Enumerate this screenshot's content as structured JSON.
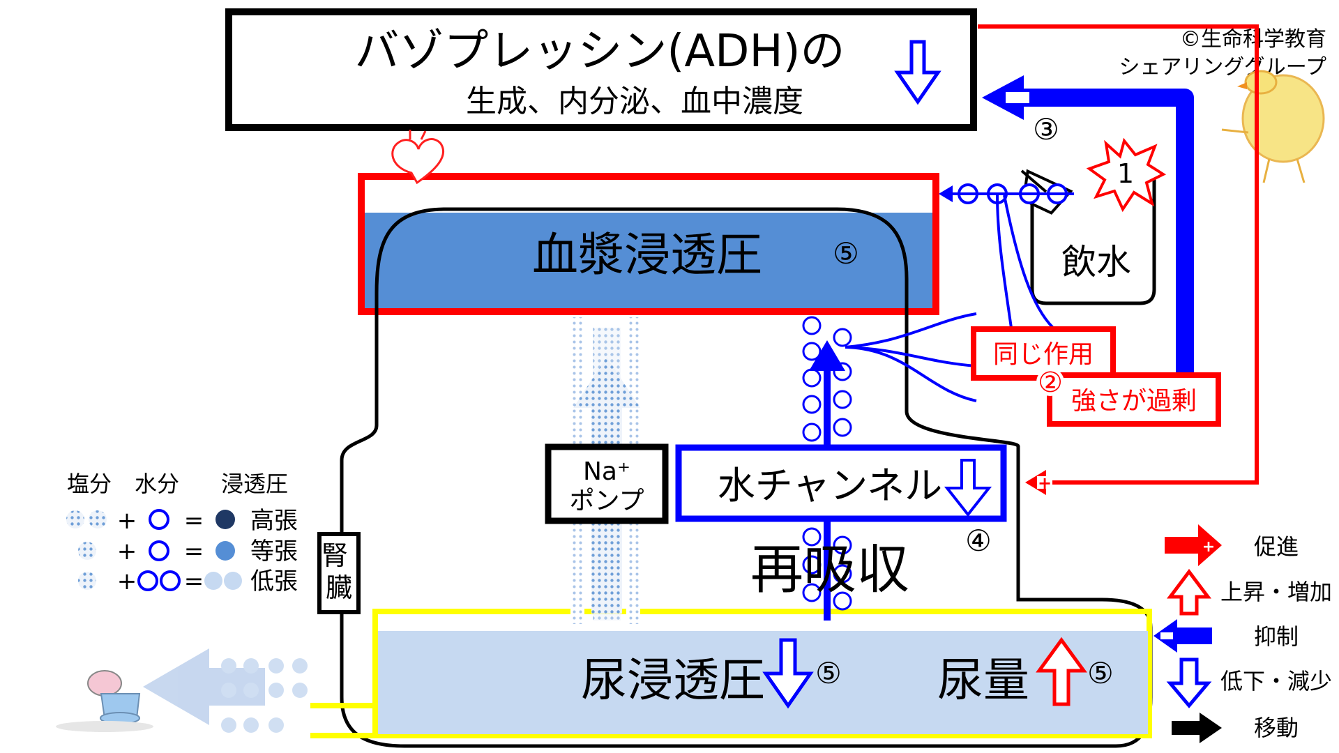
{
  "title": {
    "line1": "バゾプレッシン(ADH)の",
    "line2": "生成、内分泌、血中濃度"
  },
  "copyright": {
    "line1": "©生命科学教育",
    "line2": "シェアリンググループ"
  },
  "labels": {
    "plasma": "血漿浸透圧",
    "drink": "飲水",
    "same_action": "同じ作用",
    "excess": "強さが過剰",
    "na_pump_1": "Na⁺",
    "na_pump_2": "ポンプ",
    "water_channel": "水チャンネル",
    "reabsorb": "再吸収",
    "kidney": "腎臓",
    "urine_osm": "尿浸透圧",
    "urine_vol": "尿量",
    "minus": "−",
    "plus": "+"
  },
  "steps": {
    "s1": "1",
    "s2": "②",
    "s3": "③",
    "s4": "④",
    "s5a": "⑤",
    "s5b": "⑤",
    "s5c": "⑤"
  },
  "left_legend": {
    "head_salt": "塩分",
    "head_water": "水分",
    "head_osm": "浸透圧",
    "plus": "+",
    "equals": "=",
    "rows": [
      "高張",
      "等張",
      "低張"
    ]
  },
  "right_legend": {
    "items": [
      "促進",
      "上昇・増加",
      "抑制",
      "低下・減少",
      "移動"
    ]
  },
  "colors": {
    "red": "#ff0000",
    "blue": "#0000ff",
    "plasma_fill": "#558ed5",
    "urine_fill": "#c6d9f1",
    "yellow": "#ffff00",
    "dark_navy": "#1f3864"
  },
  "icons": [
    "heart-icon",
    "toilet-icon",
    "chick-icon",
    "cup-icon",
    "starburst-icon"
  ]
}
